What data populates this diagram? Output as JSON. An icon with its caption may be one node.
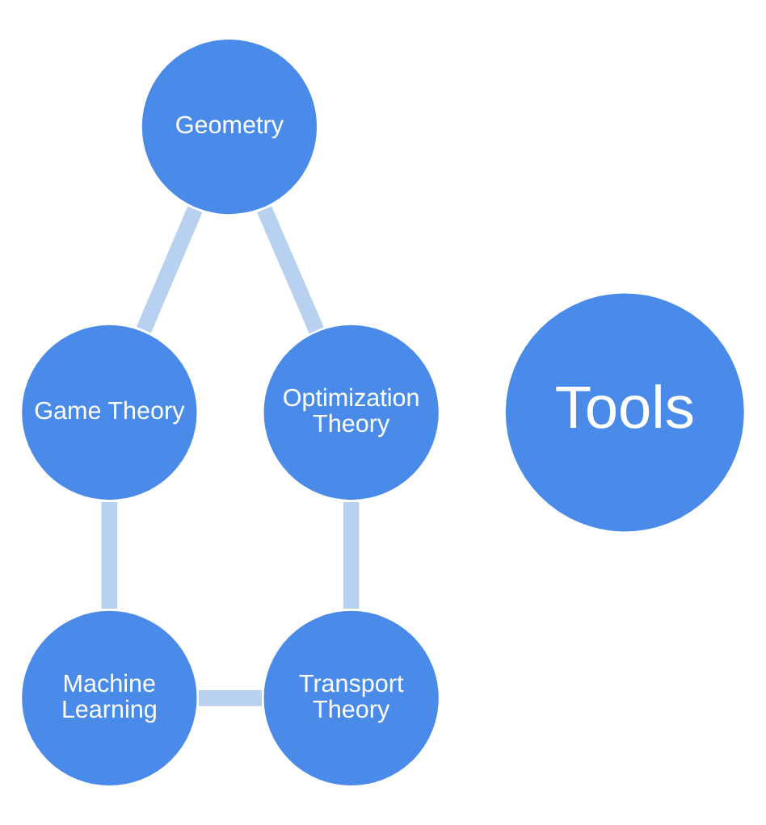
{
  "diagram": {
    "nodes": [
      {
        "text": [
          "Geometry"
        ]
      },
      {
        "text": [
          "Optimization Theory"
        ]
      },
      {
        "text": [
          "Game Theory"
        ]
      },
      {
        "text": [
          "Tools"
        ]
      },
      {
        "text": [
          "Transport Theory"
        ]
      },
      {
        "text": [
          "Machine Learning"
        ]
      }
    ],
    "edges": [
      {
        "from": 0,
        "to": 2,
        "arrow": "none"
      },
      {
        "from": 2,
        "to": 5,
        "arrow": "none"
      },
      {
        "from": 5,
        "to": 4,
        "arrow": "none"
      },
      {
        "from": 4,
        "to": 1,
        "arrow": "none"
      },
      {
        "from": 1,
        "to": 0,
        "arrow": "none"
      }
    ]
  }
}
